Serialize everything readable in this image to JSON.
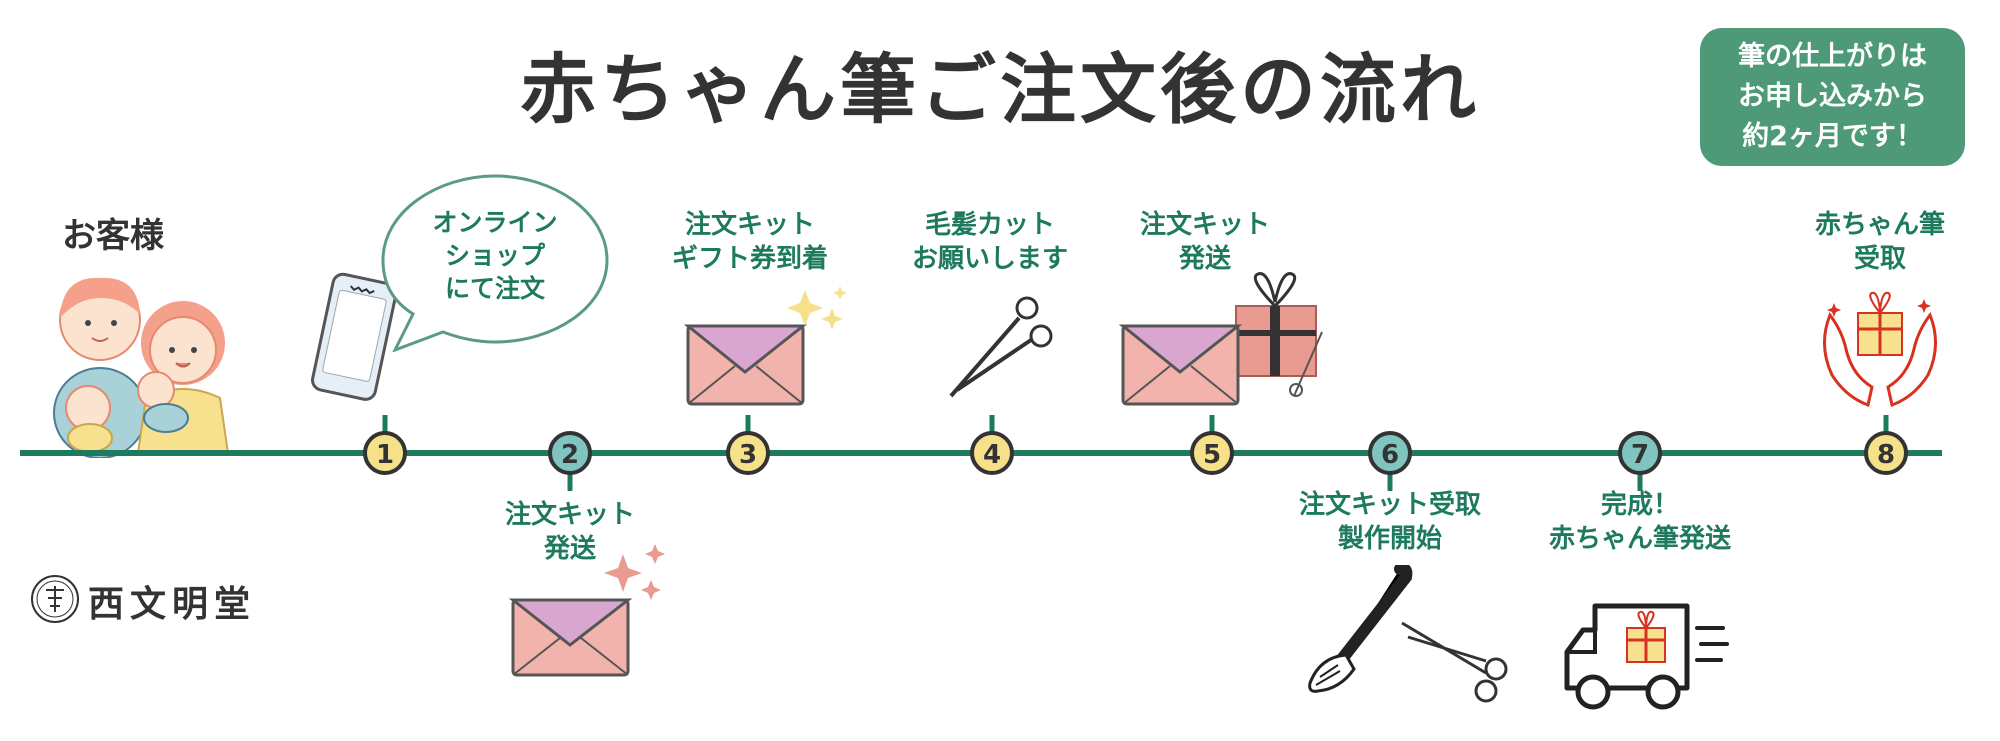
{
  "title": "赤ちゃん筆ご注文後の流れ",
  "note": {
    "lines": [
      "筆の仕上がりは",
      "お申し込みから",
      "約2ヶ月です！"
    ]
  },
  "customer_label": "お客様",
  "brand_name": "西文明堂",
  "bubble": {
    "lines": [
      "オンライン",
      "ショップ",
      "にて注文"
    ]
  },
  "steps": [
    {
      "number": "1",
      "position": "top",
      "lines": []
    },
    {
      "number": "2",
      "position": "bottom",
      "lines": [
        "注文キット",
        "発送"
      ]
    },
    {
      "number": "3",
      "position": "top",
      "lines": [
        "注文キット",
        "ギフト券到着"
      ]
    },
    {
      "number": "4",
      "position": "top",
      "lines": [
        "毛髪カット",
        "お願いします"
      ]
    },
    {
      "number": "5",
      "position": "top",
      "lines": [
        "注文キット",
        "発送"
      ]
    },
    {
      "number": "6",
      "position": "bottom",
      "lines": [
        "注文キット受取",
        "製作開始"
      ]
    },
    {
      "number": "7",
      "position": "bottom",
      "lines": [
        "完成！",
        "赤ちゃん筆発送"
      ]
    },
    {
      "number": "8",
      "position": "top",
      "lines": [
        "赤ちゃん筆",
        "受取"
      ]
    }
  ],
  "icons": [
    "family-illustration",
    "smartphone-icon",
    "speech-bubble",
    "envelope-icon",
    "sparkle-icon",
    "scissors-icon",
    "gift-box-icon",
    "brush-icon",
    "delivery-truck-icon",
    "hands-gift-icon",
    "brand-seal-icon"
  ],
  "colors": {
    "timeline": "#1d7a5f",
    "label_green": "#1e7a5e",
    "note_bg": "#4e9a78",
    "circle_yellow": "#f6e08a",
    "circle_teal": "#7fc4bf",
    "envelope_pink": "#f2b3ac",
    "envelope_flap": "#d9a6cf",
    "gift_red": "#d7311f",
    "gift_yellow": "#f7e08e"
  }
}
